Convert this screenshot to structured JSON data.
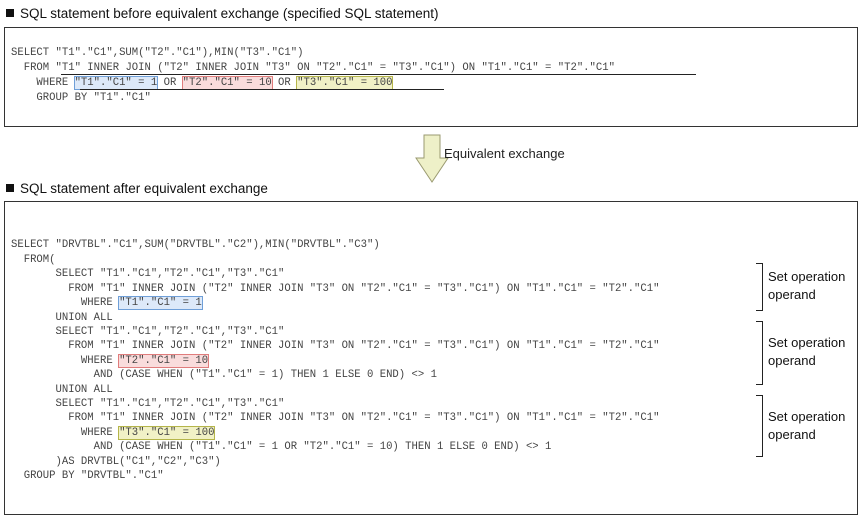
{
  "before": {
    "heading": "SQL statement before equivalent exchange (specified SQL statement)",
    "select": "SELECT \"T1\".\"C1\",SUM(\"T2\".\"C1\"),MIN(\"T3\".\"C1\")",
    "from_prefix": "  FROM ",
    "from_body": "\"T1\" INNER JOIN (\"T2\" INNER JOIN \"T3\" ON \"T2\".\"C1\" = \"T3\".\"C1\") ON \"T1\".\"C1\" = \"T2\".\"C1\"",
    "where_prefix": "    WHERE ",
    "cond1": "\"T1\".\"C1\" = 1",
    "or1": " OR ",
    "cond2": "\"T2\".\"C1\" = 10",
    "or2": " OR ",
    "cond3": "\"T3\".\"C1\" = 100",
    "group_by": "    GROUP BY \"T1\".\"C1\""
  },
  "arrow_label": "Equivalent exchange",
  "after": {
    "heading": "SQL statement after equivalent exchange",
    "line1": "SELECT \"DRVTBL\".\"C1\",SUM(\"DRVTBL\".\"C2\"),MIN(\"DRVTBL\".\"C3\")",
    "line2": "  FROM(",
    "op1_select": "       SELECT \"T1\".\"C1\",\"T2\".\"C1\",\"T3\".\"C1\"",
    "op1_from": "         FROM \"T1\" INNER JOIN (\"T2\" INNER JOIN \"T3\" ON \"T2\".\"C1\" = \"T3\".\"C1\") ON \"T1\".\"C1\" = \"T2\".\"C1\"",
    "op1_where_prefix": "           WHERE ",
    "op1_cond": "\"T1\".\"C1\" = 1",
    "union1": "       UNION ALL",
    "op2_select": "       SELECT \"T1\".\"C1\",\"T2\".\"C1\",\"T3\".\"C1\"",
    "op2_from": "         FROM \"T1\" INNER JOIN (\"T2\" INNER JOIN \"T3\" ON \"T2\".\"C1\" = \"T3\".\"C1\") ON \"T1\".\"C1\" = \"T2\".\"C1\"",
    "op2_where_prefix": "           WHERE ",
    "op2_cond": "\"T2\".\"C1\" = 10",
    "op2_and": "             AND (CASE WHEN (\"T1\".\"C1\" = 1) THEN 1 ELSE 0 END) <> 1",
    "union2": "       UNION ALL",
    "op3_select": "       SELECT \"T1\".\"C1\",\"T2\".\"C1\",\"T3\".\"C1\"",
    "op3_from": "         FROM \"T1\" INNER JOIN (\"T2\" INNER JOIN \"T3\" ON \"T2\".\"C1\" = \"T3\".\"C1\") ON \"T1\".\"C1\" = \"T2\".\"C1\"",
    "op3_where_prefix": "           WHERE ",
    "op3_cond": "\"T3\".\"C1\" = 100",
    "op3_and": "             AND (CASE WHEN (\"T1\".\"C1\" = 1 OR \"T2\".\"C1\" = 10) THEN 1 ELSE 0 END) <> 1",
    "alias": "       )AS DRVTBL(\"C1\",\"C2\",\"C3\")",
    "group_by": "  GROUP BY \"DRVTBL\".\"C1\""
  },
  "operand_label": "Set operation operand",
  "colors": {
    "blue_highlight": "#dde9f9",
    "red_highlight": "#f9dcdc",
    "yellow_highlight": "#f1f1c6",
    "arrow_fill": "#eef0c8"
  }
}
